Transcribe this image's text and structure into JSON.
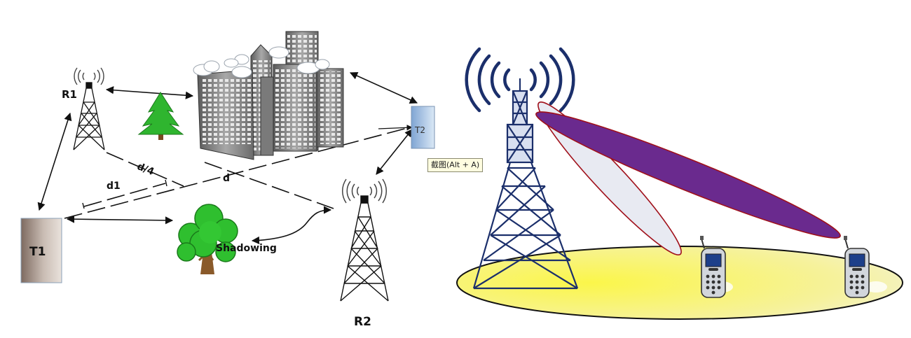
{
  "labels": {
    "r1": "R1",
    "r2": "R2",
    "t1": "T1",
    "t2": "T2",
    "d": "d",
    "d1": "d1",
    "d_quarter": "d/4",
    "shadowing": "Shadowing"
  },
  "tooltip": {
    "text": "截图(Alt + A)"
  },
  "colors": {
    "tower_left": "#111111",
    "tower_right": "#1b2f6b",
    "beam_purple": "#6a2a8e",
    "beam_light": "#e8eaf2",
    "beam_edge": "#a0101a",
    "coverage": "#f6f27a",
    "tree": "#2fb52f",
    "building": "#8a8a8a",
    "t1_box": "#9a8a80",
    "t2_box": "#a9c6e6"
  },
  "icons": [
    "tower-icon",
    "building-icon",
    "tree-icon",
    "cloud-icon",
    "mobile-phone-icon",
    "signal-wave-icon"
  ]
}
